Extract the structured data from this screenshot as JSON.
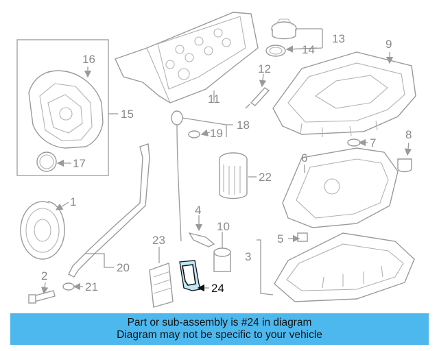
{
  "diagram": {
    "callouts": [
      "1",
      "2",
      "3",
      "4",
      "5",
      "6",
      "7",
      "8",
      "9",
      "10",
      "11",
      "12",
      "13",
      "14",
      "15",
      "16",
      "17",
      "18",
      "19",
      "20",
      "21",
      "22",
      "23",
      "24"
    ],
    "highlighted": "24",
    "highlight_color": "#4db8ee"
  },
  "banner": {
    "line1": "Part or sub-assembly is #24 in diagram",
    "line2": "Diagram may not be specific to your vehicle",
    "background": "#4db8ee"
  }
}
